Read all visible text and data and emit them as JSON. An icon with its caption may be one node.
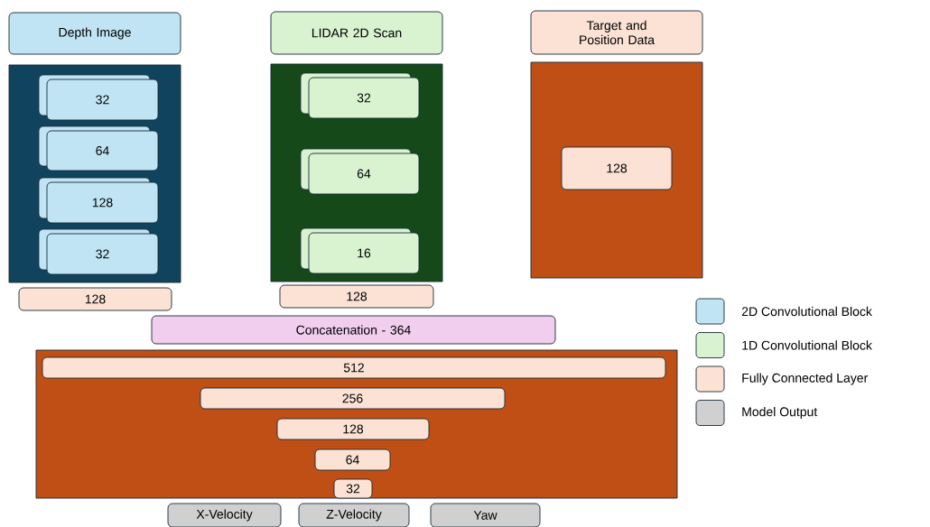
{
  "diagram": {
    "nodes": [
      {
        "text": [
          "Depth Image"
        ]
      },
      {
        "text": [
          "LIDAR 2D Scan"
        ]
      },
      {
        "text": [
          "Target and Position Data"
        ]
      },
      {
        "text": [],
        "shape": "box"
      },
      {
        "text": [
          "32"
        ],
        "in": 3
      },
      {
        "text": [
          "64"
        ],
        "in": 3
      },
      {
        "text": [
          "128"
        ],
        "in": 3
      },
      {
        "text": [
          "32"
        ],
        "in": 3
      },
      {
        "text": [],
        "shape": "box"
      },
      {
        "text": [
          "32"
        ],
        "in": 8
      },
      {
        "text": [
          "64"
        ],
        "in": 8
      },
      {
        "text": [
          "16"
        ],
        "in": 8
      },
      {
        "text": [],
        "shape": "box"
      },
      {
        "text": [
          "128"
        ],
        "in": 12
      },
      {
        "text": [
          "128"
        ]
      },
      {
        "text": [
          "128"
        ]
      },
      {
        "text": [
          "Concatenation - 364"
        ]
      },
      {
        "text": [],
        "shape": "box"
      },
      {
        "text": [
          "512"
        ],
        "in": 17
      },
      {
        "text": [
          "256"
        ],
        "in": 17
      },
      {
        "text": [
          "128"
        ],
        "in": 17
      },
      {
        "text": [
          "64"
        ],
        "in": 17
      },
      {
        "text": [
          "32"
        ],
        "in": 17
      },
      {
        "text": [
          "X-Velocity"
        ]
      },
      {
        "text": [
          "Z-Velocity"
        ]
      },
      {
        "text": [
          "Yaw"
        ]
      }
    ],
    "legend": [
      {
        "text": "2D Convolutional Block",
        "color": "#c0e4f4"
      },
      {
        "text": "1D Convolutional Block",
        "color": "#d9f2d0"
      },
      {
        "text": "Fully Connected Layer",
        "color": "#fbe2d5"
      },
      {
        "text": "Model Output",
        "color": "#d0d0d0"
      }
    ]
  }
}
